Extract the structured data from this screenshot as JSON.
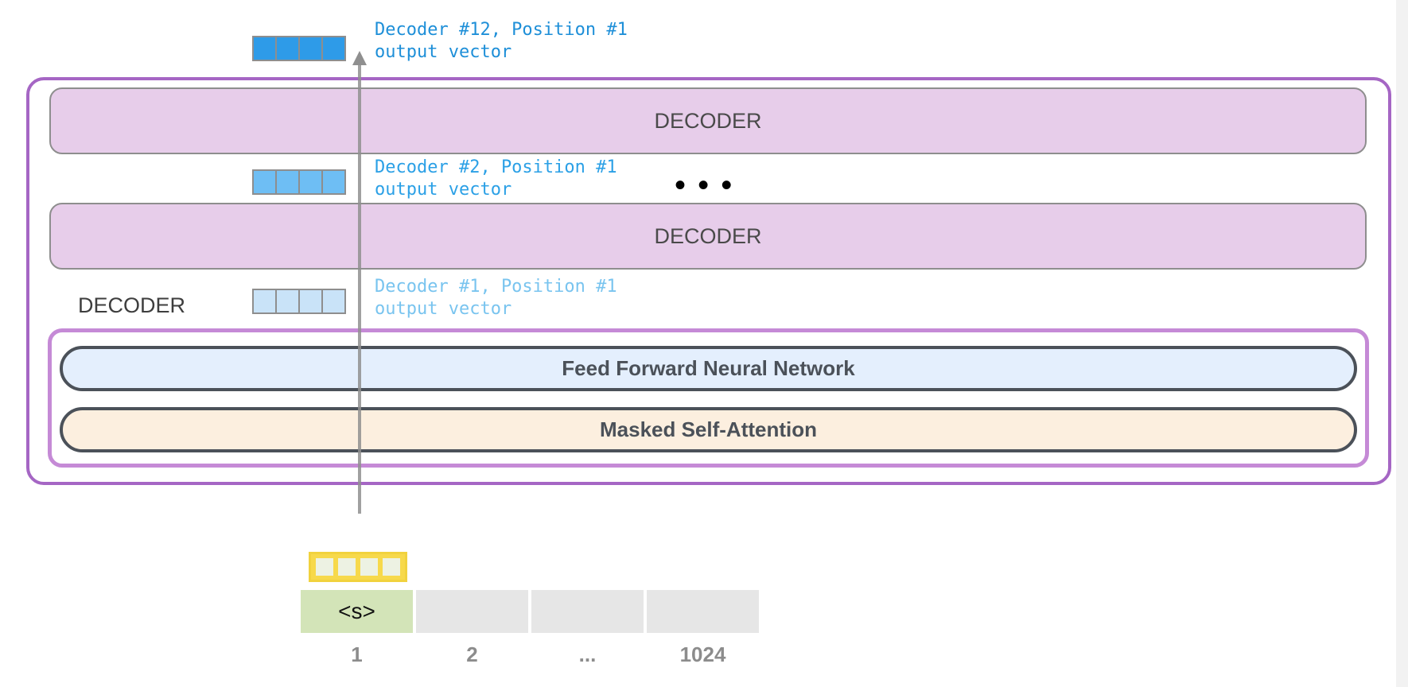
{
  "output_vectors": [
    {
      "decoder_label": "Decoder #12, Position #1",
      "sub_label": "output vector",
      "color": "#2e9be8"
    },
    {
      "decoder_label": "Decoder #2, Position #1",
      "sub_label": "output vector",
      "color": "#6ebef4"
    },
    {
      "decoder_label": "Decoder #1, Position #1",
      "sub_label": "output vector",
      "color": "#c9e3f8"
    }
  ],
  "decoder_blocks": [
    "DECODER",
    "DECODER"
  ],
  "ellipsis": "• • •",
  "decoder_side_label": "DECODER",
  "sublayers": {
    "ffnn": "Feed Forward Neural Network",
    "masked_attention": "Masked Self-Attention"
  },
  "input_tokens": [
    "<s>",
    "",
    "",
    ""
  ],
  "positions": [
    "1",
    "2",
    "...",
    "1024"
  ],
  "colors": {
    "stack_border": "#a566c4",
    "decoder_fill": "#e7cdea",
    "ffnn_fill": "#e4effd",
    "attention_fill": "#fcefdf",
    "embedding": "#f7d94b",
    "active_token": "#d3e4b8"
  }
}
